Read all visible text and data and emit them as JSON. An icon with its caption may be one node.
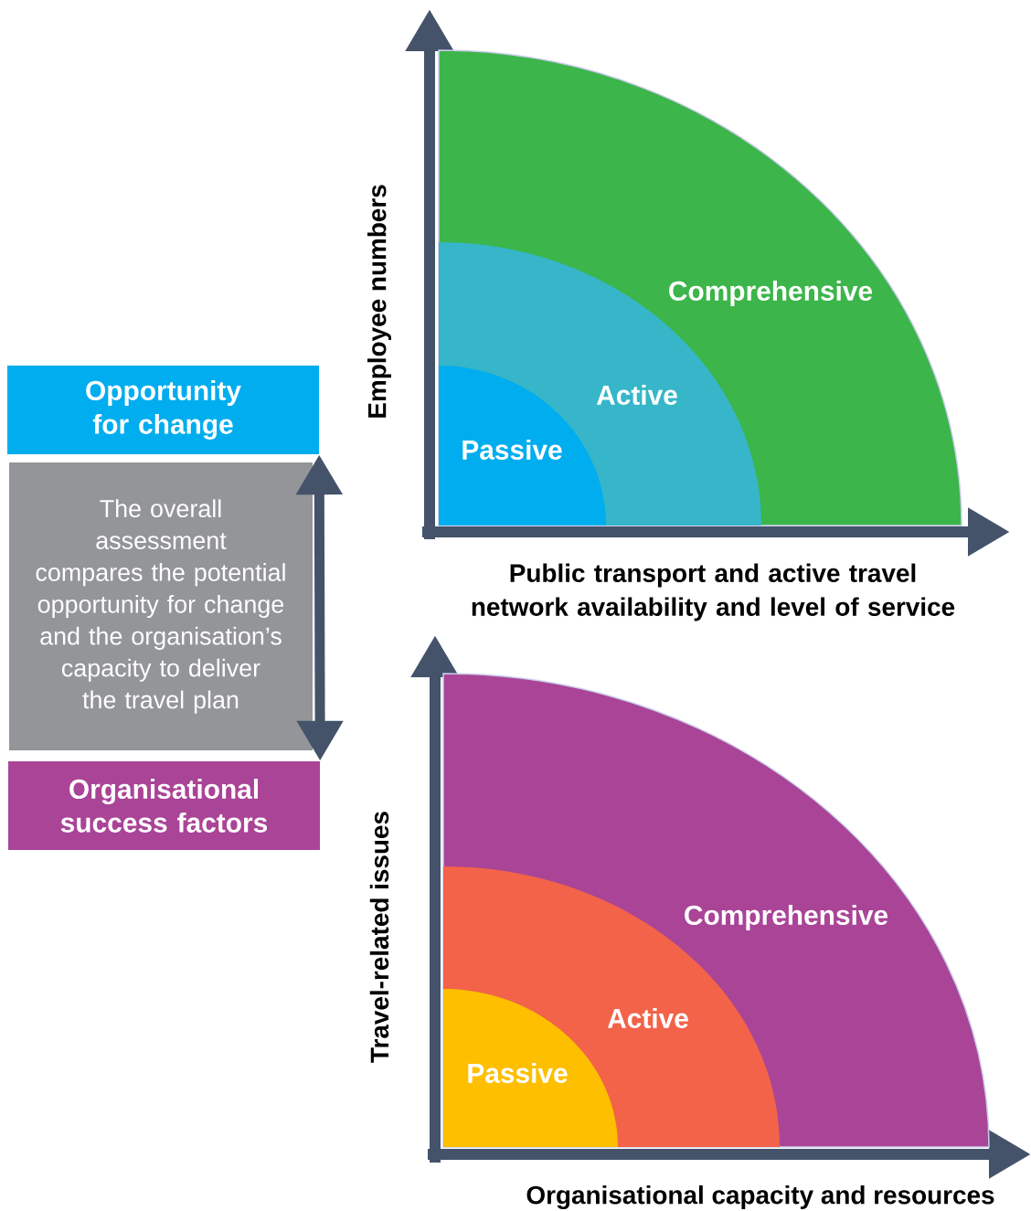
{
  "diagram": {
    "nodes": [
      {
        "text": [
          "Comprehensive"
        ]
      },
      {
        "text": [
          "Active"
        ],
        "in": 0
      },
      {
        "text": [
          "Passive"
        ],
        "in": 1
      },
      {
        "text": [
          "Opportunity for change"
        ]
      },
      {
        "text": [
          "The overall assessment compares the potential opportunity for change and the organisation’s capacity to deliver the travel plan"
        ]
      },
      {
        "text": [
          "Organisational success factors"
        ]
      },
      {
        "text": [
          "Comprehensive"
        ]
      },
      {
        "text": [
          "Active"
        ],
        "in": 6
      },
      {
        "text": [
          "Passive"
        ],
        "in": 7
      }
    ],
    "edges": [
      {
        "from": 3,
        "to": 5,
        "arrow": "both"
      }
    ],
    "labels": [
      "Employee numbers",
      "Public transport and active travel network availability and level of service",
      "Travel-related issues",
      "Organisational capacity and resources"
    ]
  }
}
